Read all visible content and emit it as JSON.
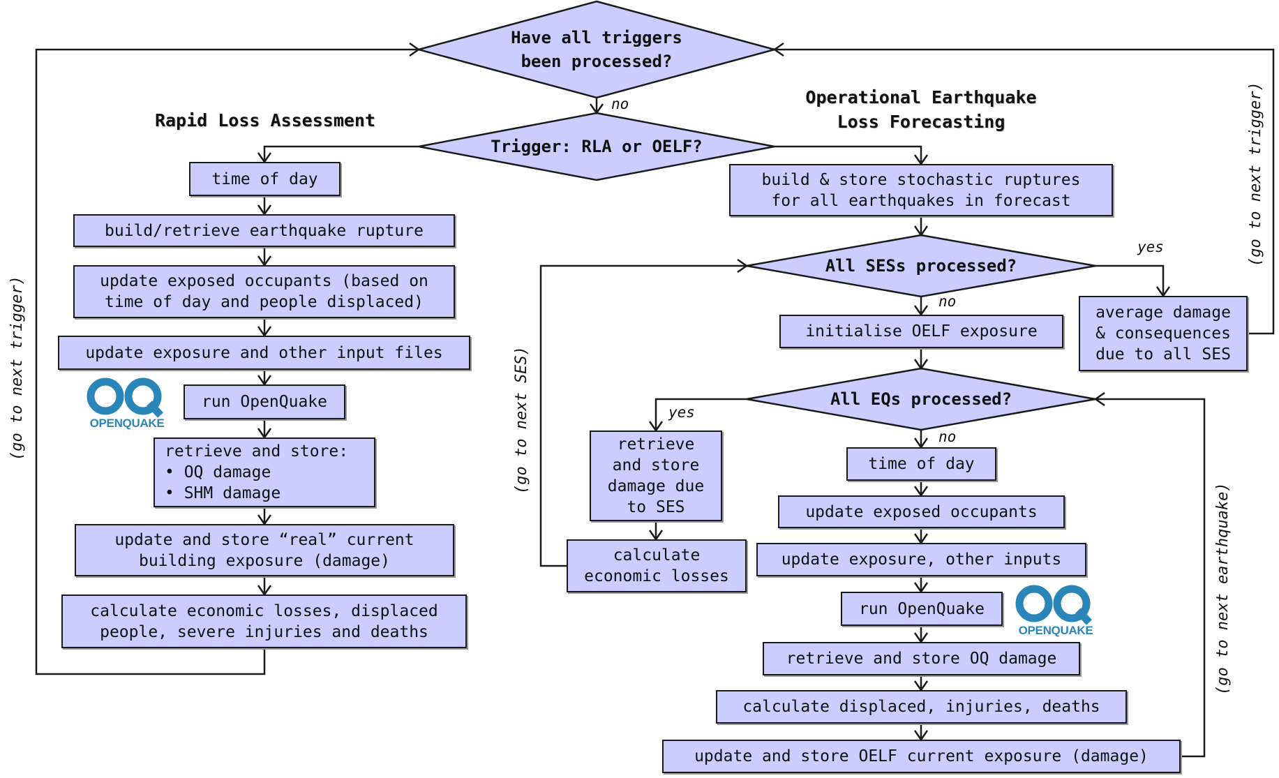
{
  "colors": {
    "box_fill": "#ccccff",
    "stroke": "#1a1a1a",
    "logo_blue": "#2a85b8"
  },
  "headings": {
    "rla": "Rapid Loss Assessment",
    "oelf": "Operational Earthquake\nLoss Forecasting"
  },
  "decisions": {
    "all_triggers": "Have all triggers\nbeen processed?",
    "trigger_type": "Trigger: RLA or OELF?",
    "all_ses": "All SESs processed?",
    "all_eqs": "All EQs processed?"
  },
  "rla_steps": {
    "time_of_day": "time of day",
    "build_rupture": "build/retrieve earthquake rupture",
    "update_occupants": "update exposed occupants (based on\ntime of day and people displaced)",
    "update_exposure": "update exposure and other input files",
    "run_oq": "run OpenQuake",
    "retrieve_store": "retrieve and store:\n• OQ damage\n• SHM damage",
    "update_real": "update and store “real” current\nbuilding exposure (damage)",
    "calc_losses": "calculate economic losses, displaced\npeople, severe injuries and deaths"
  },
  "oelf_steps": {
    "build_store_ruptures": "build & store stochastic ruptures\nfor all earthquakes in forecast",
    "average_damage": "average damage\n& consequences\ndue to all SES",
    "initialise_exposure": "initialise OELF exposure",
    "retrieve_ses": "retrieve\nand store\ndamage due\nto SES",
    "calc_econ": "calculate\neconomic losses",
    "time_of_day": "time of day",
    "update_occupants": "update exposed occupants",
    "update_exposure": "update exposure, other inputs",
    "run_oq": "run OpenQuake",
    "retrieve_oq": "retrieve and store OQ damage",
    "calc_displaced": "calculate displaced, injuries, deaths",
    "update_store": "update and store OELF current exposure (damage)"
  },
  "flags": {
    "no_triggers": "no",
    "yes_ses": "yes",
    "no_ses": "no",
    "yes_eqs": "yes",
    "no_eqs": "no"
  },
  "loop_labels": {
    "next_trigger_left": "(go to next trigger)",
    "next_trigger_right": "(go to next trigger)",
    "next_ses": "(go to next SES)",
    "next_earthquake": "(go to next earthquake)"
  },
  "logos": {
    "rla": "OPENQUAKE",
    "oelf": "OPENQUAKE"
  }
}
